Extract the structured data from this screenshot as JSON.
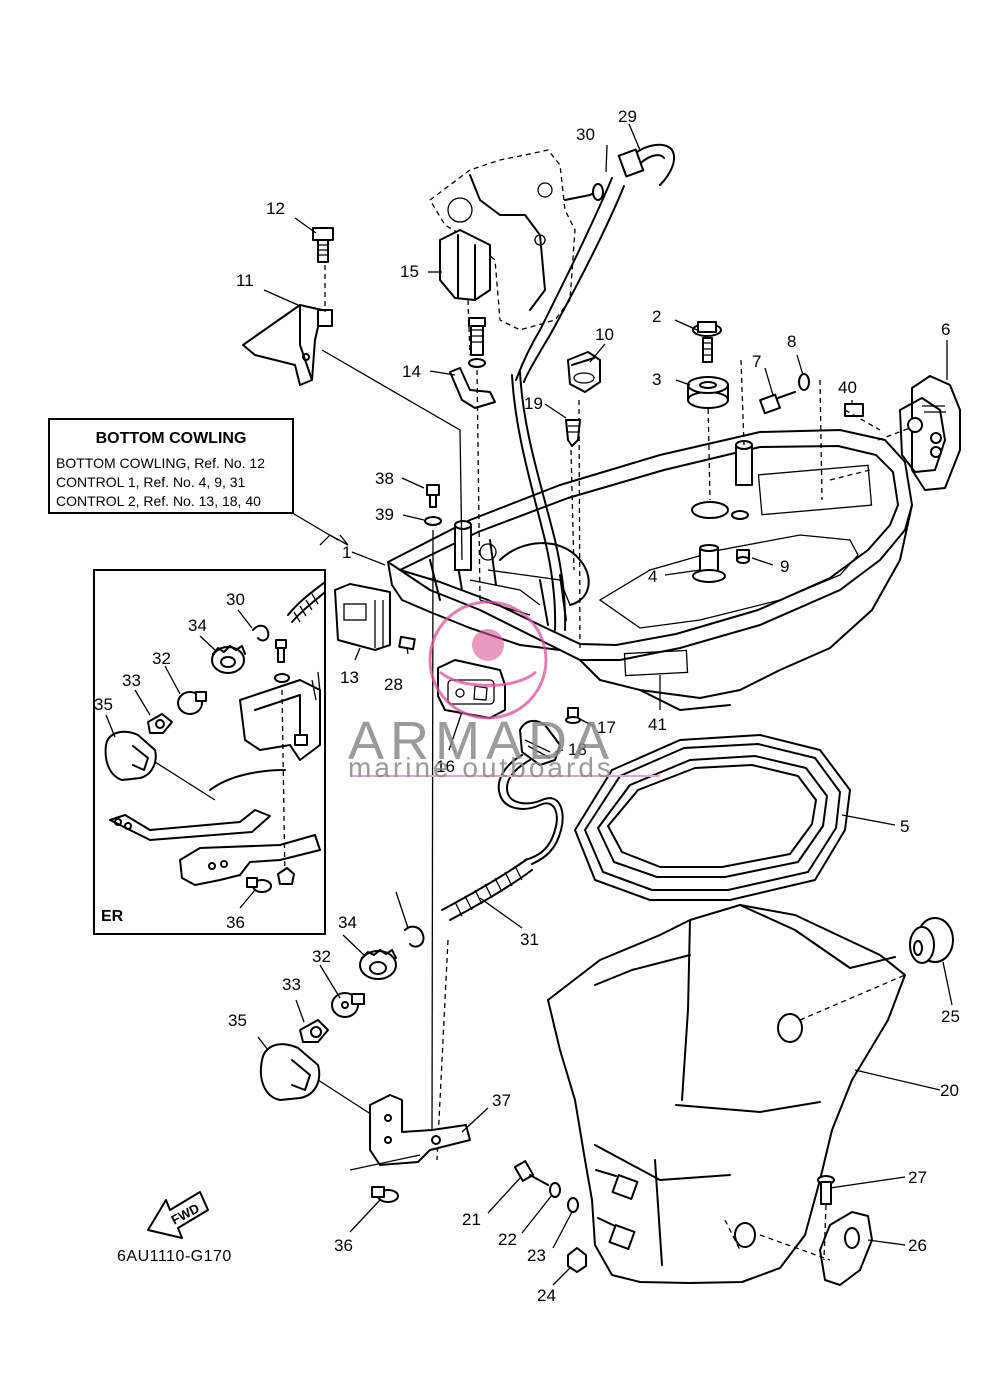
{
  "legend": {
    "title": "BOTTOM COWLING",
    "lines": [
      "BOTTOM COWLING,  Ref. No. 12",
      "CONTROL 1,  Ref. No. 4, 9, 31",
      "CONTROL 2,  Ref. No. 13, 18, 40"
    ]
  },
  "inset_label": "ER",
  "diagram_code": "6AU1110-G170",
  "fwd_label": "FWD",
  "watermark": {
    "name": "ARMADA",
    "tagline": "marine outboards",
    "accent": "#d9529a"
  },
  "callouts": [
    "1",
    "2",
    "3",
    "4",
    "5",
    "6",
    "7",
    "8",
    "9",
    "10",
    "11",
    "12",
    "13",
    "14",
    "15",
    "16",
    "17",
    "18",
    "19",
    "20",
    "21",
    "22",
    "23",
    "24",
    "25",
    "26",
    "27",
    "28",
    "29",
    "30",
    "31",
    "32",
    "33",
    "34",
    "35",
    "36",
    "37",
    "38",
    "39",
    "40",
    "41"
  ],
  "inset_callouts": [
    "30",
    "34",
    "32",
    "33",
    "35",
    "36"
  ]
}
